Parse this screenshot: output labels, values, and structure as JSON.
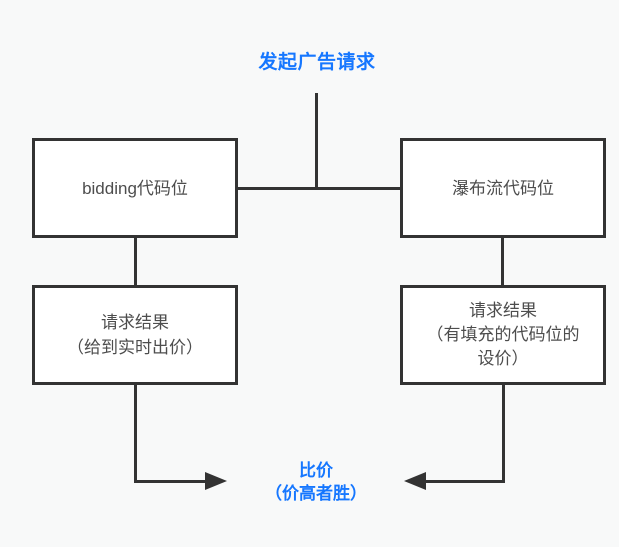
{
  "page": {
    "background_color": "#f8f9f9"
  },
  "colors": {
    "accent_blue": "#1677ff",
    "line": "#333333",
    "node_background": "#ffffff",
    "node_text": "#4d4d4d"
  },
  "flow": {
    "title": "发起广告请求",
    "nodes": {
      "bidding": {
        "label": "bidding代码位"
      },
      "waterfall": {
        "label": "瀑布流代码位"
      },
      "bidding_result": {
        "lines": [
          "请求结果",
          "（给到实时出价）"
        ]
      },
      "waterfall_result": {
        "lines": [
          "请求结果",
          "（有填充的代码位的",
          "设价）"
        ]
      }
    },
    "result": {
      "lines": [
        "比价",
        "（价高者胜）"
      ]
    }
  }
}
